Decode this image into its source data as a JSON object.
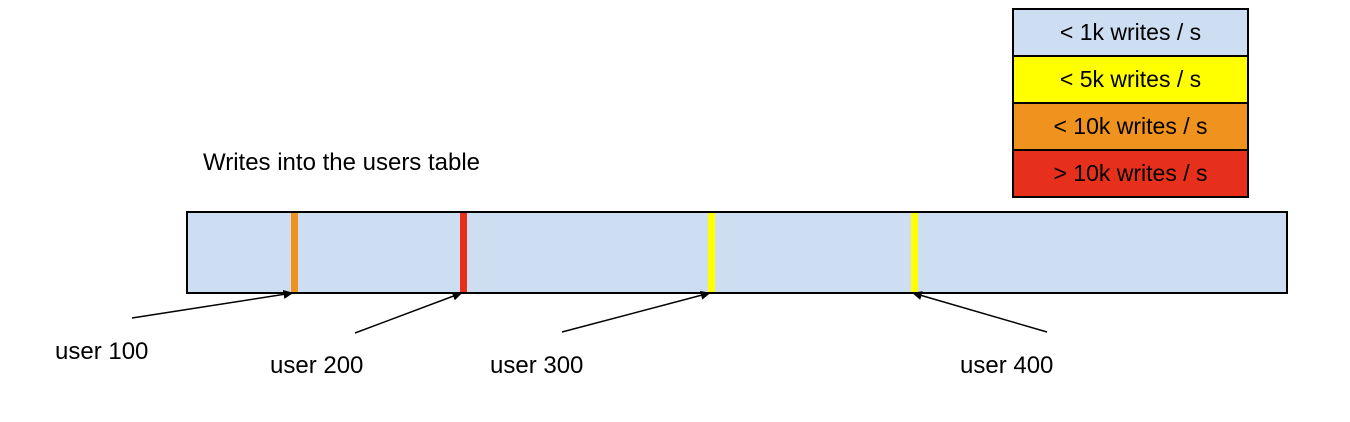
{
  "title": "Writes into the users table",
  "legend": {
    "items": [
      {
        "label": "< 1k writes / s",
        "color": "#cdddf2"
      },
      {
        "label": "< 5k writes / s",
        "color": "#ffff00"
      },
      {
        "label": "< 10k writes / s",
        "color": "#f0931e"
      },
      {
        "label": "> 10k writes / s",
        "color": "#e7301c"
      }
    ]
  },
  "bar": {
    "fill_color": "#cdddf2",
    "border_color": "#000000"
  },
  "markers": [
    {
      "label": "user 100",
      "color": "#f0931e",
      "rate_class": "< 10k writes / s",
      "position_pct": 9.7
    },
    {
      "label": "user 200",
      "color": "#e7301c",
      "rate_class": "> 10k writes / s",
      "position_pct": 25.1
    },
    {
      "label": "user 300",
      "color": "#ffff00",
      "rate_class": "< 5k writes / s",
      "position_pct": 47.7
    },
    {
      "label": "user 400",
      "color": "#ffff00",
      "rate_class": "< 5k writes / s",
      "position_pct": 66.2
    }
  ]
}
